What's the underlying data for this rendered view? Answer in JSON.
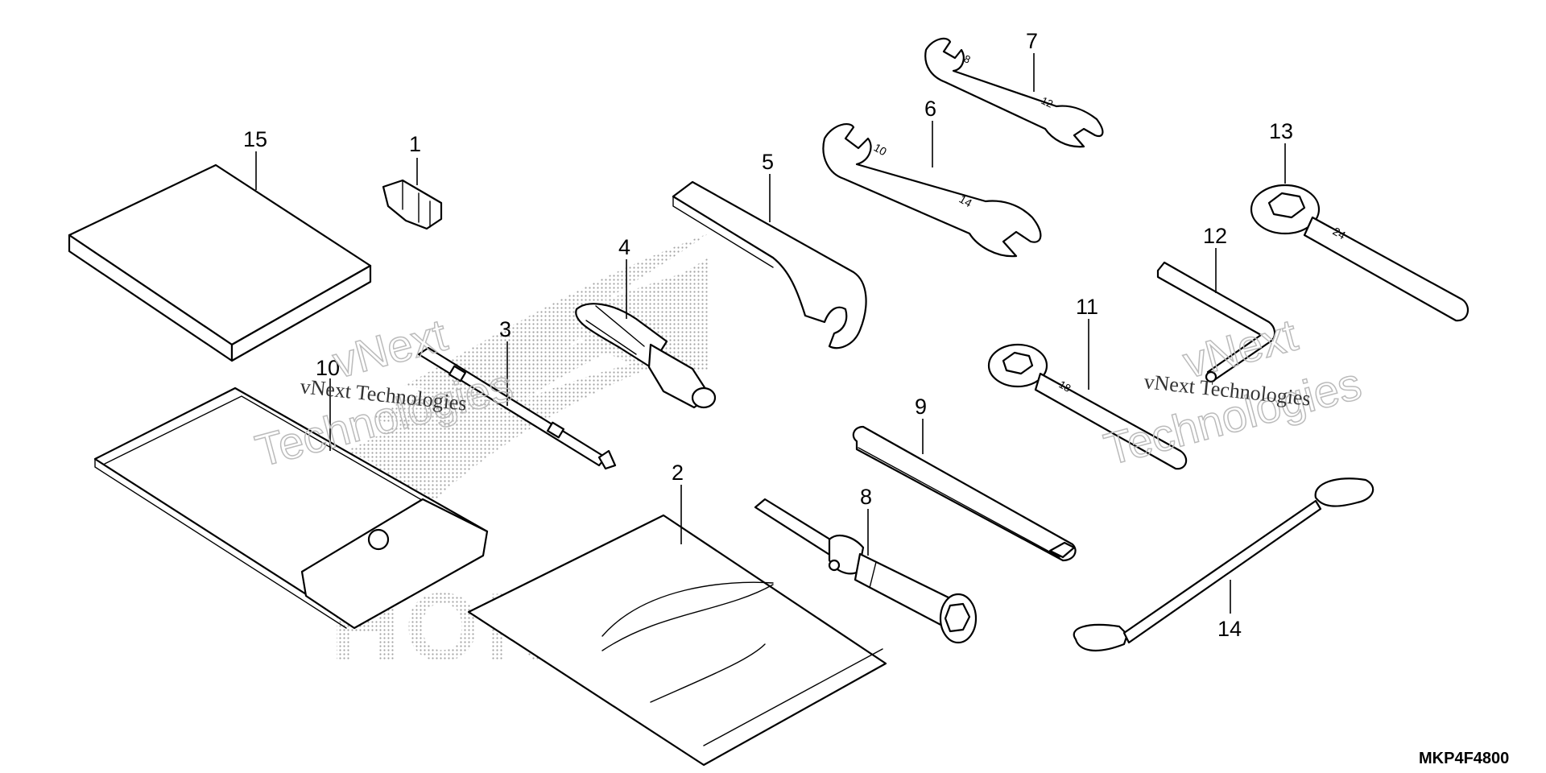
{
  "callouts": {
    "p1": "1",
    "p2": "2",
    "p3": "3",
    "p4": "4",
    "p5": "5",
    "p6": "6",
    "p7": "7",
    "p8": "8",
    "p9": "9",
    "p10": "10",
    "p11": "11",
    "p12": "12",
    "p13": "13",
    "p14": "14",
    "p15": "15"
  },
  "watermark": {
    "line1": "vNext",
    "line2": "Technologies",
    "caption": "vNext Technologies"
  },
  "brand_logo_text": "HONDA",
  "diagram_code": "MKP4F4800",
  "wrench_sizes": {
    "w7_left": "8",
    "w7_right": "12",
    "w6_left": "10",
    "w6_right": "14",
    "w13": "24",
    "w11": "18"
  }
}
